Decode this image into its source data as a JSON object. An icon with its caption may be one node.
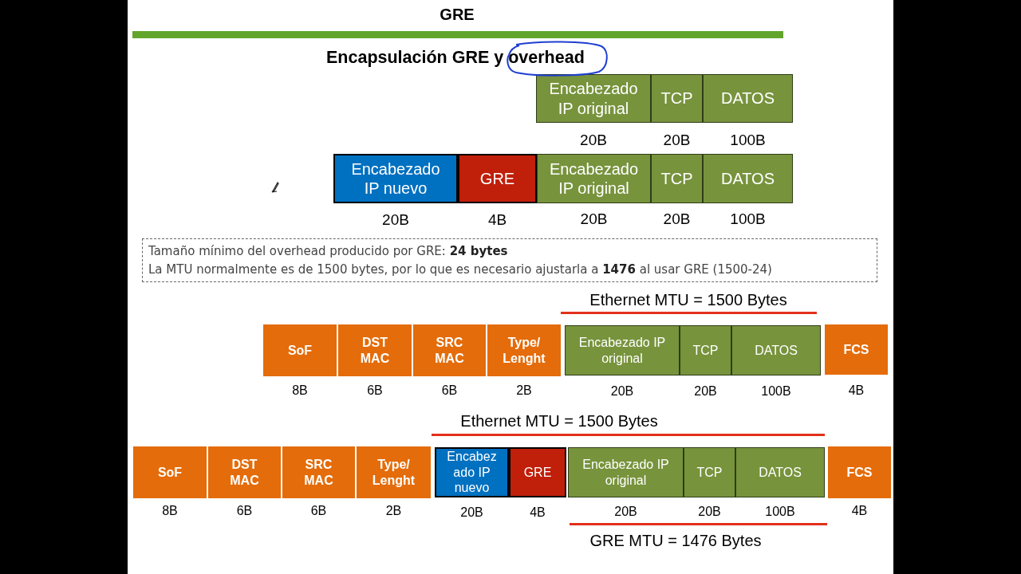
{
  "diagram": {
    "title": "GRE",
    "nodes": [
      {
        "text": [
          "Encabezado IP original"
        ],
        "beside": [
          "20B"
        ]
      },
      {
        "text": [
          "TCP"
        ],
        "beside": [
          "20B"
        ]
      },
      {
        "text": [
          "DATOS"
        ],
        "beside": [
          "100B"
        ]
      },
      {
        "text": [
          "Encabezado IP nuevo"
        ],
        "beside": [
          "20B"
        ]
      },
      {
        "text": [
          "GRE"
        ],
        "beside": [
          "4B"
        ]
      },
      {
        "text": [
          "Encabezado IP original"
        ],
        "beside": [
          "20B"
        ]
      },
      {
        "text": [
          "TCP"
        ],
        "beside": [
          "20B"
        ]
      },
      {
        "text": [
          "DATOS"
        ],
        "beside": [
          "100B"
        ]
      },
      {
        "text": [
          "Tamaño mínimo del overhead producido por GRE: **24 bytes**",
          "La MTU normalmente es de 1500 bytes, por lo que es necesario ajustarla a **1476** al usar GRE (1500-24)"
        ]
      },
      {
        "text": [
          "SoF"
        ],
        "beside": [
          "8B"
        ]
      },
      {
        "text": [
          "DST MAC"
        ],
        "beside": [
          "6B"
        ]
      },
      {
        "text": [
          "SRC MAC"
        ],
        "beside": [
          "6B"
        ]
      },
      {
        "text": [
          "Type/ Lenght"
        ],
        "beside": [
          "2B"
        ]
      },
      {
        "text": [
          "Encabezado IP original"
        ],
        "beside": [
          "20B"
        ]
      },
      {
        "text": [
          "TCP"
        ],
        "beside": [
          "20B"
        ]
      },
      {
        "text": [
          "DATOS"
        ],
        "beside": [
          "100B"
        ]
      },
      {
        "text": [
          "FCS"
        ],
        "beside": [
          "4B"
        ]
      },
      {
        "text": [
          "SoF"
        ],
        "beside": [
          "8B"
        ]
      },
      {
        "text": [
          "DST MAC"
        ],
        "beside": [
          "6B"
        ]
      },
      {
        "text": [
          "SRC MAC"
        ],
        "beside": [
          "6B"
        ]
      },
      {
        "text": [
          "Type/ Lenght"
        ],
        "beside": [
          "2B"
        ]
      },
      {
        "text": [
          "Encabezado IP nuevo"
        ],
        "beside": [
          "20B"
        ]
      },
      {
        "text": [
          "GRE"
        ],
        "beside": [
          "4B"
        ]
      },
      {
        "text": [
          "Encabezado IP original"
        ],
        "beside": [
          "20B"
        ]
      },
      {
        "text": [
          "TCP"
        ],
        "beside": [
          "20B"
        ]
      },
      {
        "text": [
          "DATOS"
        ],
        "beside": [
          "100B"
        ]
      },
      {
        "text": [
          "FCS"
        ],
        "beside": [
          "4B"
        ]
      }
    ],
    "labels": [
      "Encapsulación GRE y overhead",
      "Ethernet MTU = 1500 Bytes",
      "Ethernet MTU = 1500 Bytes",
      "GRE MTU = 1476 Bytes"
    ]
  }
}
